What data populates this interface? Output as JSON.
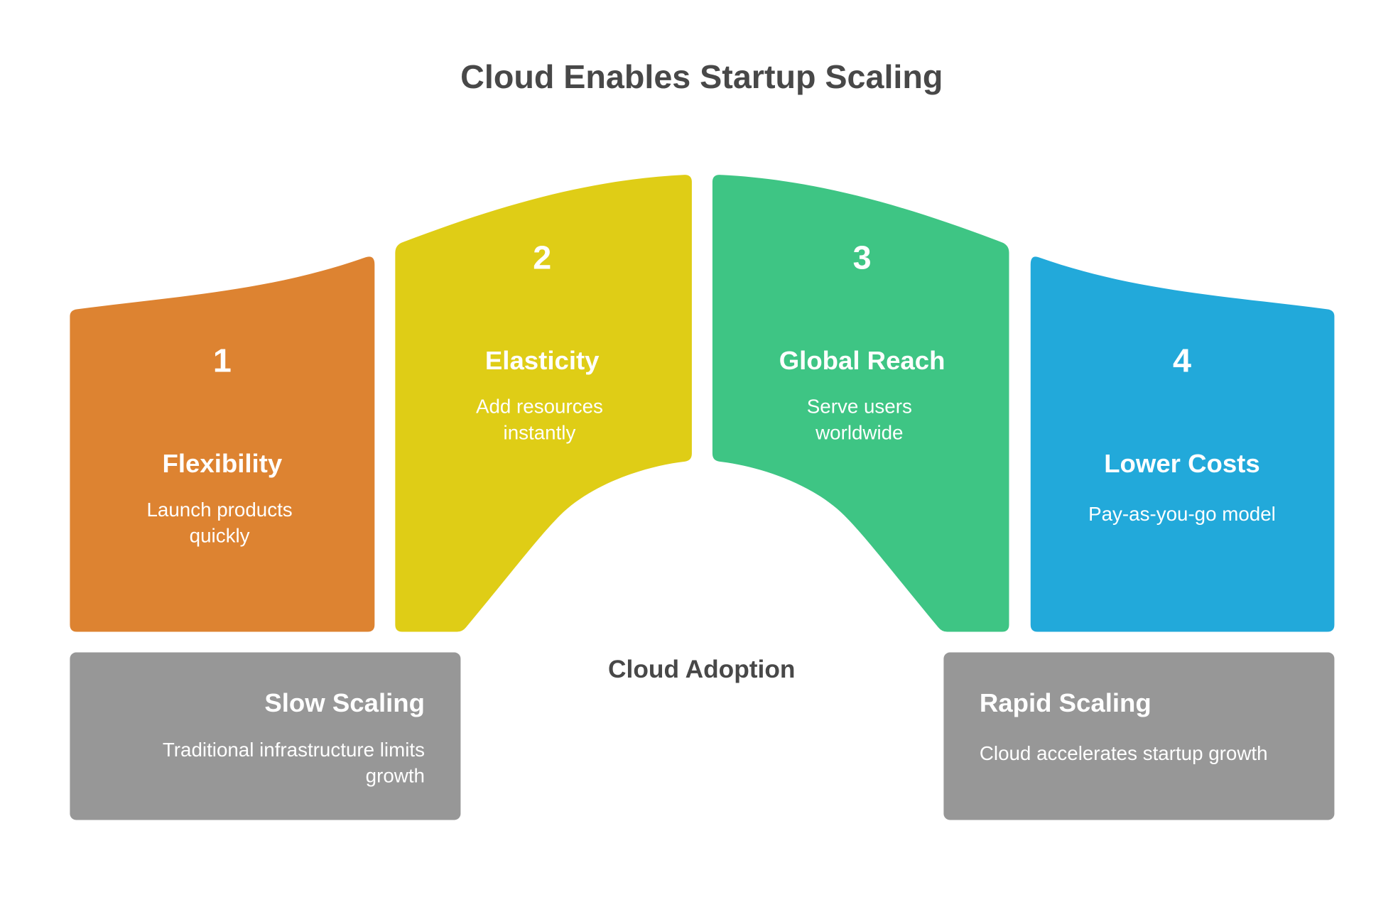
{
  "title": "Cloud Enables Startup Scaling",
  "center_label": "Cloud Adoption",
  "colors": {
    "orange": "#DD8331",
    "yellow": "#DFCD16",
    "green": "#3EC584",
    "blue": "#22A9DA",
    "gray": "#979797",
    "title_text": "#484848"
  },
  "pillars": [
    {
      "number": "1",
      "heading": "Flexibility",
      "desc_lines": [
        "Launch products",
        "quickly"
      ]
    },
    {
      "number": "2",
      "heading": "Elasticity",
      "desc_lines": [
        "Add resources",
        "instantly"
      ]
    },
    {
      "number": "3",
      "heading": "Global Reach",
      "desc_lines": [
        "Serve users",
        "worldwide"
      ]
    },
    {
      "number": "4",
      "heading": "Lower Costs",
      "desc_lines": [
        "Pay-as-you-go model"
      ]
    }
  ],
  "outcomes": [
    {
      "heading": "Slow Scaling",
      "desc_lines": [
        "Traditional infrastructure limits",
        "growth"
      ]
    },
    {
      "heading": "Rapid Scaling",
      "desc_lines": [
        "Cloud accelerates startup growth"
      ]
    }
  ]
}
